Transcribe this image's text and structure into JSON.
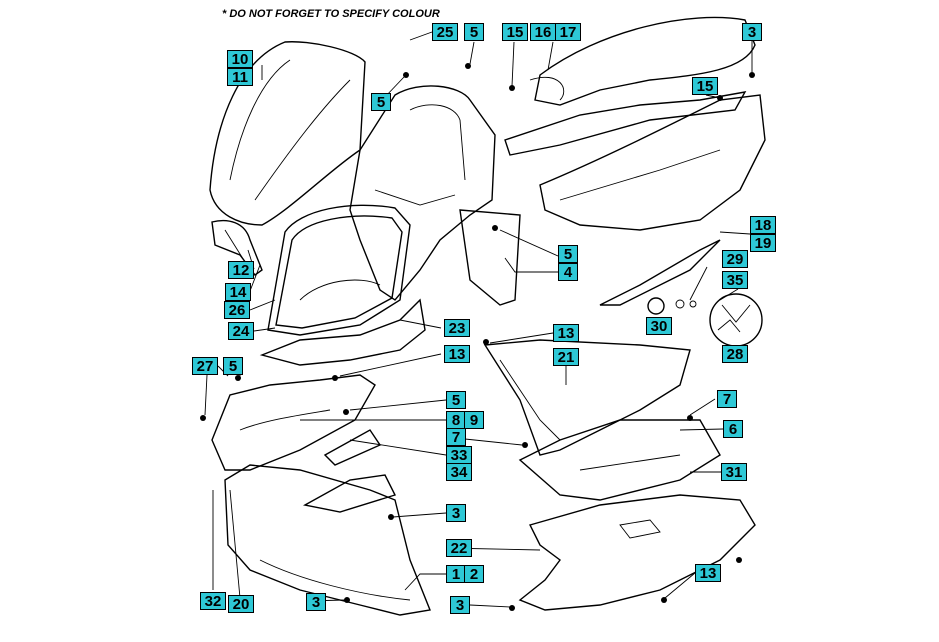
{
  "note": "* DO NOT FORGET TO SPECIFY COLOUR",
  "callouts": {
    "c25": "25",
    "c5a": "5",
    "c15a": "15",
    "c16": "16",
    "c17": "17",
    "c3a": "3",
    "c10": "10",
    "c11": "11",
    "c5b": "5",
    "c15b": "15",
    "c18": "18",
    "c19": "19",
    "c5c": "5",
    "c4": "4",
    "c29": "29",
    "c35": "35",
    "c12": "12",
    "c14": "14",
    "c26": "26",
    "c30": "30",
    "c28": "28",
    "c24": "24",
    "c23": "23",
    "c13a": "13",
    "c21": "21",
    "c27": "27",
    "c5d": "5",
    "c13b": "13",
    "c5e": "5",
    "c8": "8",
    "c9": "9",
    "c7a": "7",
    "c7b": "7",
    "c6": "6",
    "c33": "33",
    "c34": "34",
    "c31": "31",
    "c3b": "3",
    "c22": "22",
    "c1": "1",
    "c2": "2",
    "c13c": "13",
    "c32": "32",
    "c20": "20",
    "c3c": "3",
    "c3d": "3"
  }
}
